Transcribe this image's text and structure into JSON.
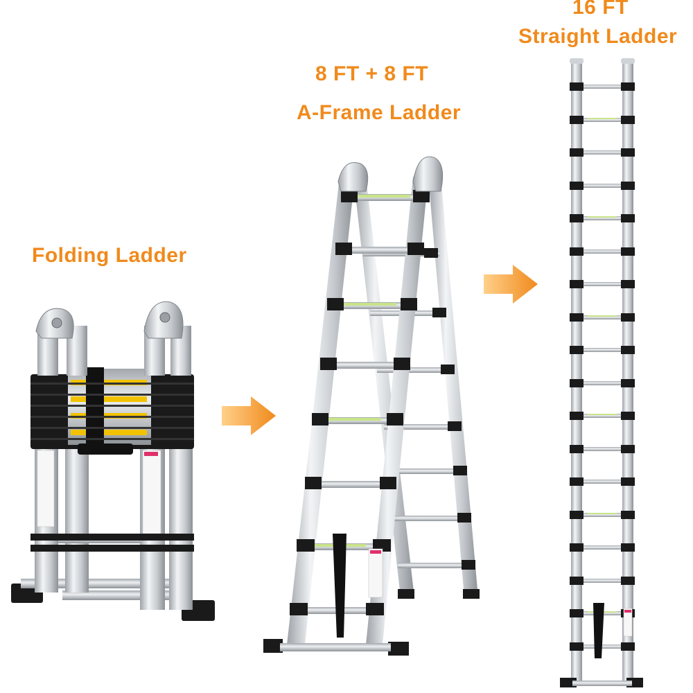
{
  "labels": {
    "folding": "Folding Ladder",
    "aframe_size": "8 FT + 8 FT",
    "aframe_name": "A-Frame Ladder",
    "straight_size": "16 FT",
    "straight_name": "Straight Ladder"
  },
  "colors": {
    "label": "#f08a1c",
    "arrow": "#f39a2a",
    "aluminum": "#d6d9dd",
    "joint": "#1a1a1a",
    "strap": "#f2c200"
  },
  "icons": [
    "arrow-right-icon",
    "arrow-right-icon"
  ]
}
